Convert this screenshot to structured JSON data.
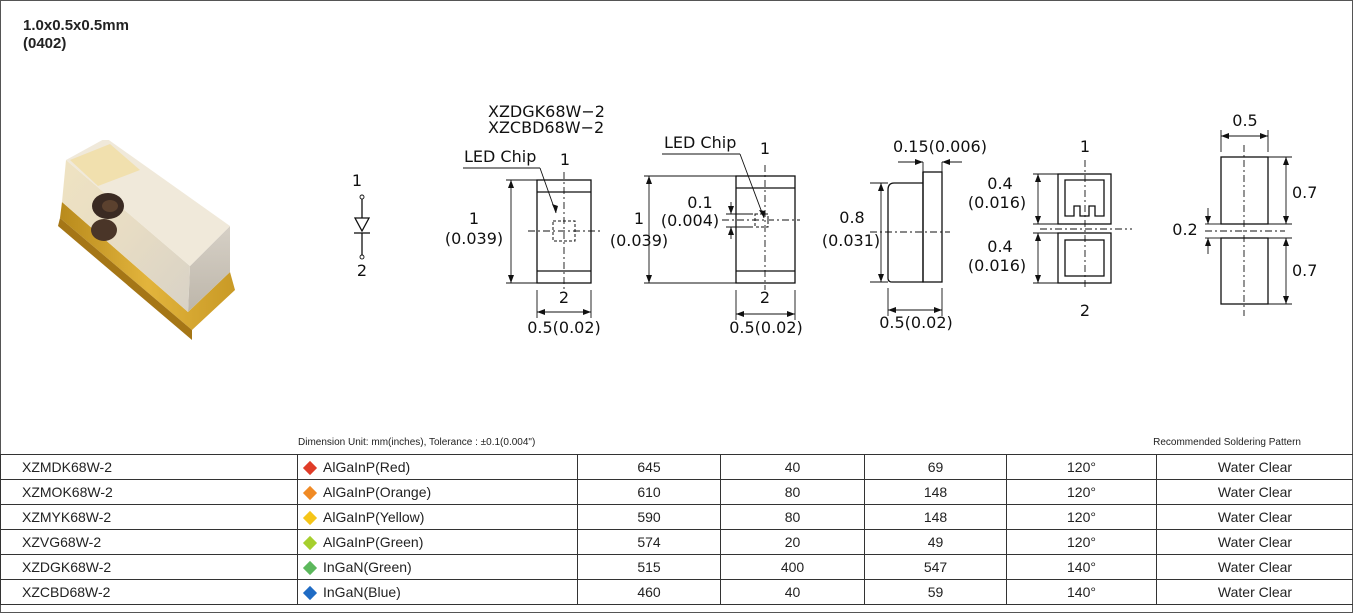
{
  "title": {
    "line1": "1.0x0.5x0.5mm",
    "line2": "(0402)"
  },
  "drawing": {
    "pin_top": "1",
    "pin_bottom": "2",
    "part_names": [
      "XZDGK68W−2",
      "XZCBD68W−2"
    ],
    "led_chip": "LED Chip",
    "top_view_1": {
      "pad_top": "1",
      "pad_bottom": "2",
      "height": "1",
      "height_in": "(0.039)",
      "width": "0.5(0.02)"
    },
    "top_view_2": {
      "pad_top": "1",
      "pad_bottom": "2",
      "height": "1",
      "height_in": "(0.039)",
      "chip": "0.1",
      "chip_in": "(0.004)",
      "width": "0.5(0.02)"
    },
    "side_view": {
      "top": "0.15(0.006)",
      "height": "0.8",
      "height_in": "(0.031)",
      "width": "0.5(0.02)"
    },
    "bottom_view": {
      "pad_top": "1",
      "pad_bottom": "2",
      "upper": "0.4",
      "upper_in": "(0.016)",
      "lower": "0.4",
      "lower_in": "(0.016)"
    },
    "solder": {
      "width": "0.5",
      "pad_h_top": "0.7",
      "gap": "0.2",
      "pad_h_bottom": "0.7"
    }
  },
  "notes": {
    "dimension": "Dimension Unit: mm(inches), Tolerance : ±0.1(0.004\")",
    "soldering": "Recommended Soldering Pattern"
  },
  "table": {
    "rows": [
      {
        "part": "XZMDK68W-2",
        "material": "AlGaInP(Red)",
        "icon_color": "#e03c28",
        "wavelength": "645",
        "v1": "40",
        "v2": "69",
        "angle": "120°",
        "lens": "Water Clear"
      },
      {
        "part": "XZMOK68W-2",
        "material": "AlGaInP(Orange)",
        "icon_color": "#f08a24",
        "wavelength": "610",
        "v1": "80",
        "v2": "148",
        "angle": "120°",
        "lens": "Water Clear"
      },
      {
        "part": "XZMYK68W-2",
        "material": "AlGaInP(Yellow)",
        "icon_color": "#f5c518",
        "wavelength": "590",
        "v1": "80",
        "v2": "148",
        "angle": "120°",
        "lens": "Water Clear"
      },
      {
        "part": "XZVG68W-2",
        "material": "AlGaInP(Green)",
        "icon_color": "#a6cf2e",
        "wavelength": "574",
        "v1": "20",
        "v2": "49",
        "angle": "120°",
        "lens": "Water Clear"
      },
      {
        "part": "XZDGK68W-2",
        "material": "InGaN(Green)",
        "icon_color": "#5cb85c",
        "wavelength": "515",
        "v1": "400",
        "v2": "547",
        "angle": "140°",
        "lens": "Water Clear"
      },
      {
        "part": "XZCBD68W-2",
        "material": "InGaN(Blue)",
        "icon_color": "#1f6bc4",
        "wavelength": "460",
        "v1": "40",
        "v2": "59",
        "angle": "140°",
        "lens": "Water Clear"
      }
    ]
  }
}
